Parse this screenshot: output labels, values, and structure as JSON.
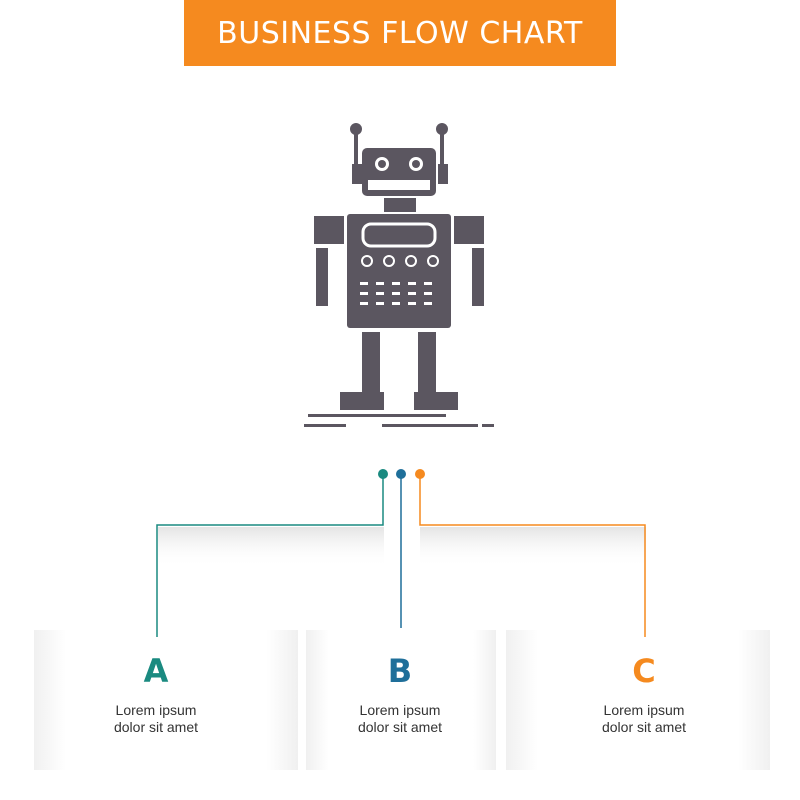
{
  "title": "BUSINESS FLOW CHART",
  "colors": {
    "banner": "#f58a1f",
    "icon": "#5b5660",
    "teal": "#1a8a80",
    "blue": "#1f6f9a",
    "orange": "#f58a1f"
  },
  "icon": "robot-icon",
  "steps": [
    {
      "letter": "A",
      "line1": "Lorem ipsum",
      "line2": "dolor sit amet",
      "color": "#1a8a80"
    },
    {
      "letter": "B",
      "line1": "Lorem ipsum",
      "line2": "dolor sit amet",
      "color": "#1f6f9a"
    },
    {
      "letter": "C",
      "line1": "Lorem ipsum",
      "line2": "dolor sit amet",
      "color": "#f58a1f"
    }
  ]
}
